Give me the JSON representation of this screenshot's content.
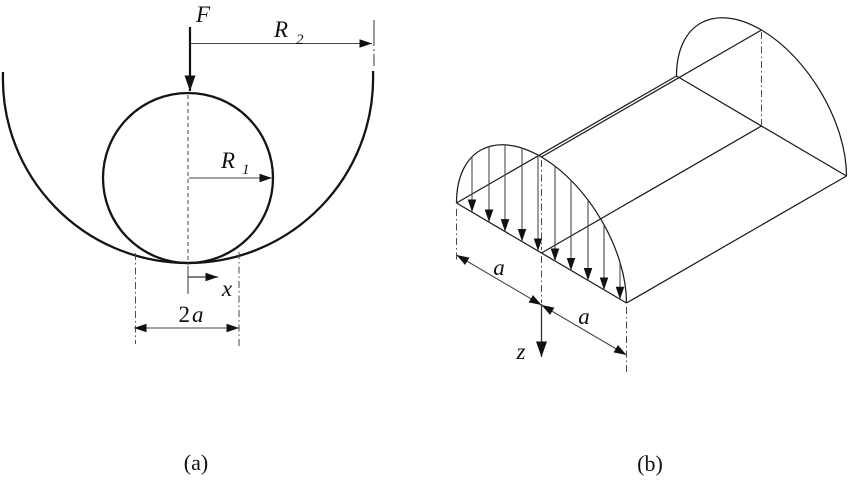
{
  "figure_a": {
    "force_label": "F",
    "outer_radius_base": "R",
    "outer_radius_sub": "2",
    "inner_radius_base": "R",
    "inner_radius_sub": "1",
    "x_axis_label": "x",
    "contact_width_coef": "2",
    "contact_width_symbol": "a",
    "caption": "(a)"
  },
  "figure_b": {
    "half_width_left_label": "a",
    "half_width_right_label": "a",
    "z_axis_label": "z",
    "caption": "(b)"
  },
  "colors": {
    "background": "#ffffff",
    "ink_main": "#141414",
    "ink_thin": "#4a4a4a"
  }
}
